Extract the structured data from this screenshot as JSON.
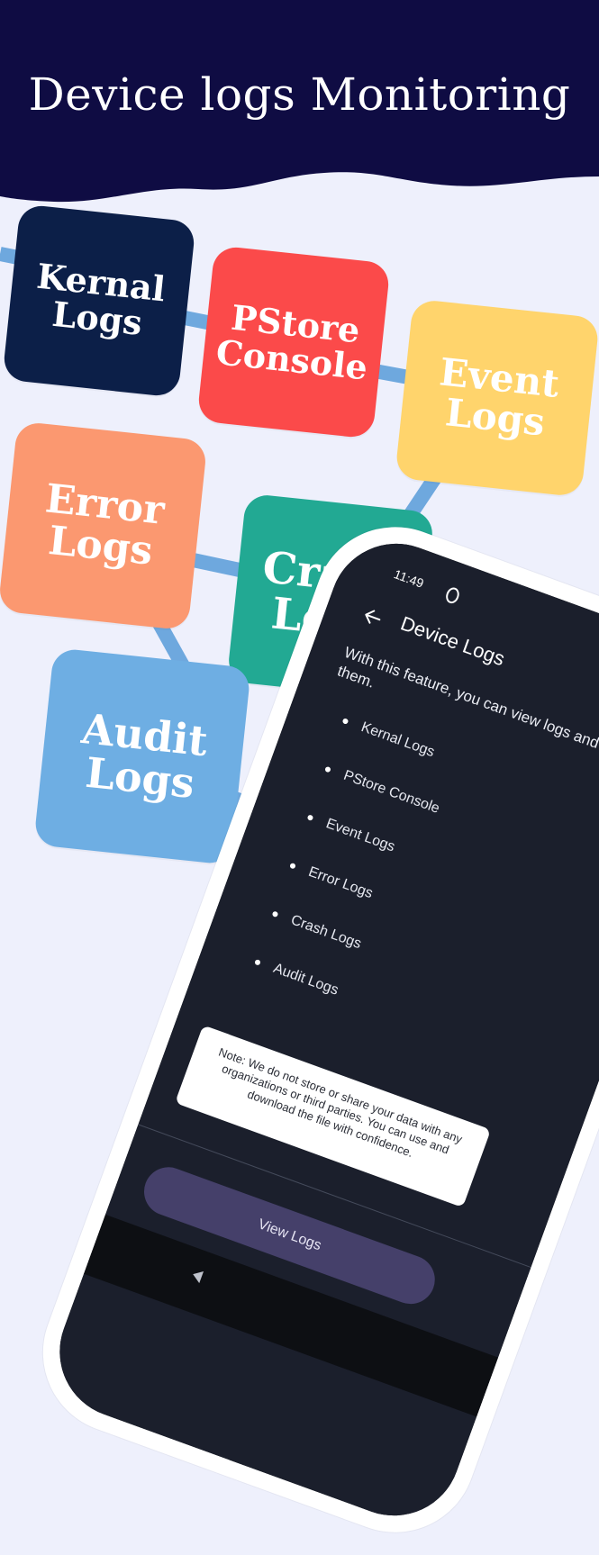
{
  "header": {
    "title": "Device logs Monitoring",
    "background": "#0f0c43"
  },
  "tiles": [
    {
      "line1": "Kernal",
      "line2": "Logs",
      "color": "#0c1f48"
    },
    {
      "line1": "PStore",
      "line2": "Console",
      "color": "#fb4a4a"
    },
    {
      "line1": "Event",
      "line2": "Logs",
      "color": "#ffd46c"
    },
    {
      "line1": "Error",
      "line2": "Logs",
      "color": "#fb9870"
    },
    {
      "line1": "Crash",
      "line2": "Logs",
      "color": "#22a993"
    },
    {
      "line1": "Audit",
      "line2": "Logs",
      "color": "#6eaee3"
    }
  ],
  "connector_color": "#6ea8de",
  "phone": {
    "status_time": "11:49",
    "appbar_title": "Device Logs",
    "intro": "With this feature, you can view logs and download them.",
    "list": [
      "Kernal Logs",
      "PStore Console",
      "Event Logs",
      "Error Logs",
      "Crash Logs",
      "Audit Logs"
    ],
    "note": "Note: We do not store or share your data with any organizations or third parties. You can use and download the file with confidence.",
    "button_label": "View Logs"
  }
}
